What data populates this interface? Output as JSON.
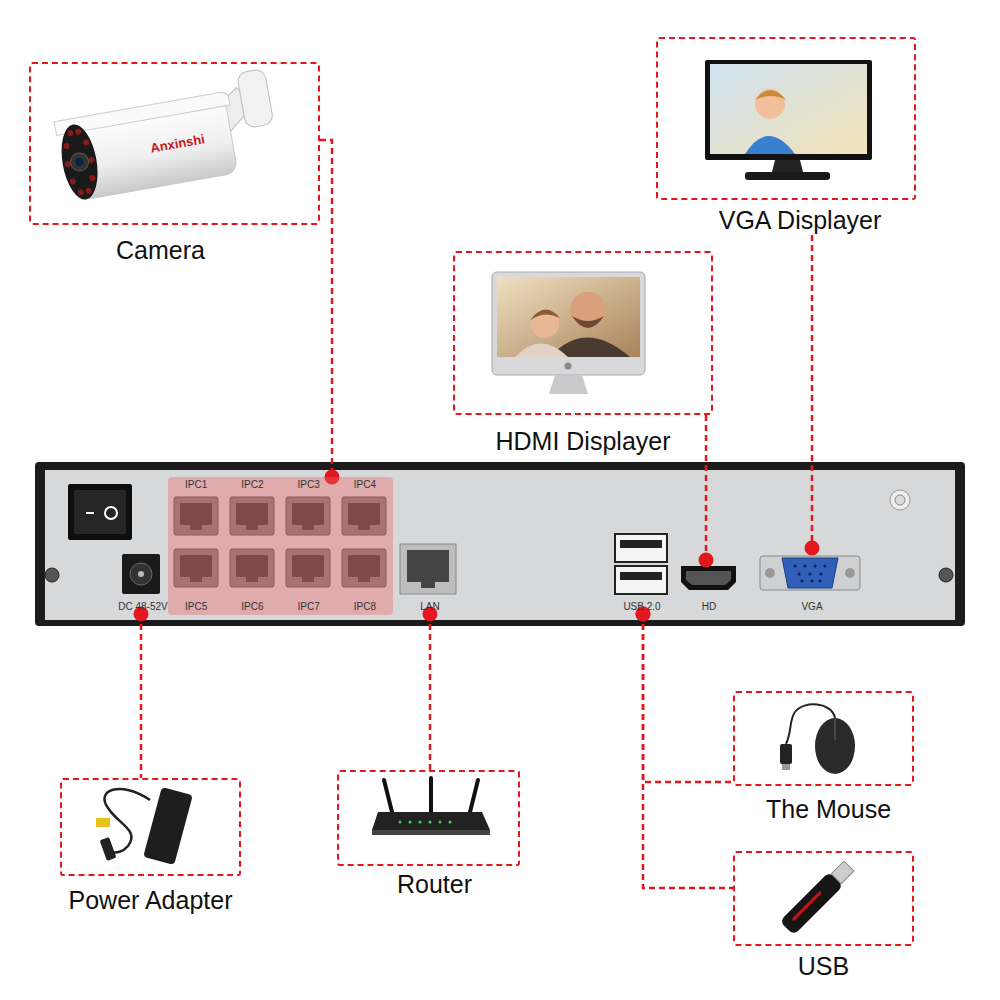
{
  "diagram": {
    "nodes": [
      {
        "text": [
          "Camera"
        ]
      },
      {
        "text": [
          "VGA Displayer"
        ]
      },
      {
        "text": [
          "HDMI Displayer"
        ]
      },
      {
        "text": [
          "IPC1",
          "IPC2",
          "IPC3",
          "IPC4",
          "IPC5",
          "IPC6",
          "IPC7",
          "IPC8"
        ]
      },
      {
        "text": [
          "DC 48-52V"
        ]
      },
      {
        "text": [
          "LAN"
        ]
      },
      {
        "text": [
          "USB 2.0"
        ]
      },
      {
        "text": [
          "HD"
        ]
      },
      {
        "text": [
          "VGA"
        ]
      },
      {
        "text": [
          "Power Adapter"
        ]
      },
      {
        "text": [
          "Router"
        ]
      },
      {
        "text": [
          "The Mouse"
        ]
      },
      {
        "text": [
          "USB"
        ]
      }
    ],
    "edges": [
      {
        "from": 0,
        "to": 3,
        "arrow": "none"
      },
      {
        "from": 1,
        "to": 8,
        "arrow": "none"
      },
      {
        "from": 2,
        "to": 7,
        "arrow": "none"
      },
      {
        "from": 4,
        "to": 9,
        "arrow": "none"
      },
      {
        "from": 5,
        "to": 10,
        "arrow": "none"
      },
      {
        "from": 6,
        "to": 11,
        "arrow": "none"
      },
      {
        "from": 6,
        "to": 12,
        "arrow": "none"
      }
    ],
    "labels": [
      "Anxinshi"
    ]
  }
}
